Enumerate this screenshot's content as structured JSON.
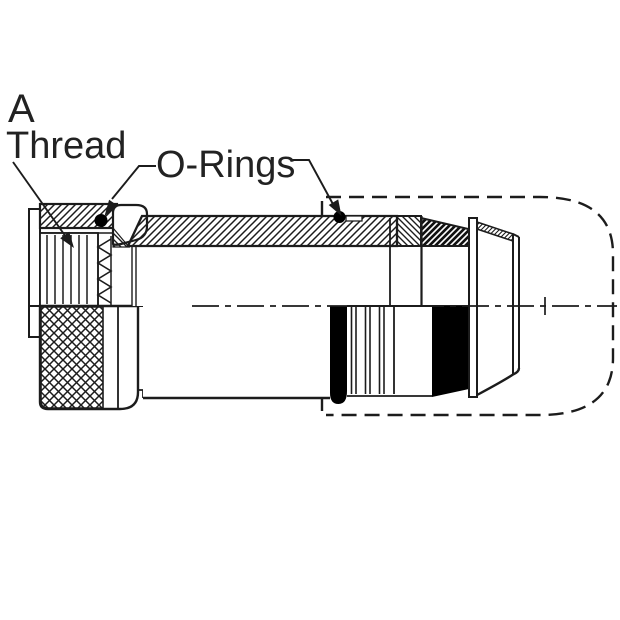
{
  "title": "Connector half-section technical drawing",
  "labels": {
    "callout_a": "A",
    "callout_thread": "Thread",
    "callout_orings": "O-Rings"
  },
  "colors": {
    "line": "#1c1c1c",
    "background": "#ffffff",
    "seal_fill": "#000000"
  }
}
